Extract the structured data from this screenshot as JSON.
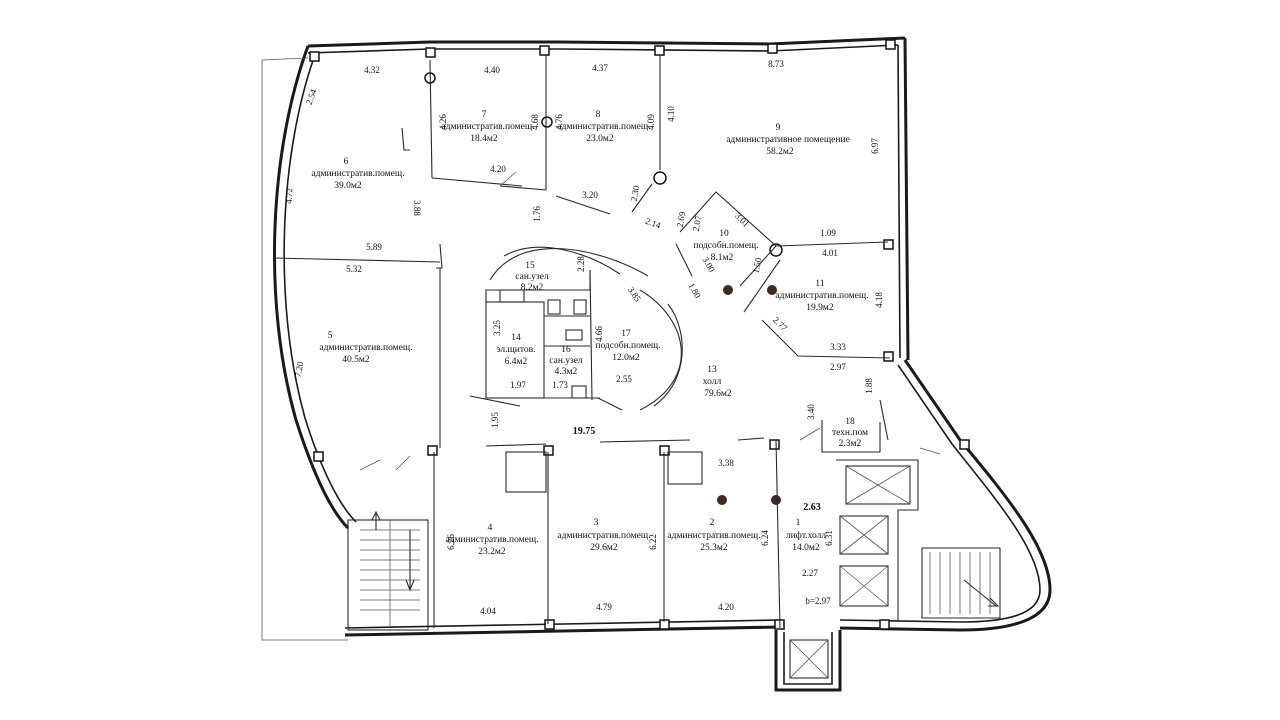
{
  "rooms": [
    {
      "num": "1",
      "name": "лифт.холл",
      "area": "14.0м2"
    },
    {
      "num": "2",
      "name": "административ.помещ.",
      "area": "25.3м2"
    },
    {
      "num": "3",
      "name": "административ.помещ.",
      "area": "29.6м2"
    },
    {
      "num": "4",
      "name": "административ.помещ.",
      "area": "23.2м2"
    },
    {
      "num": "5",
      "name": "административ.помещ.",
      "area": "40.5м2"
    },
    {
      "num": "6",
      "name": "административ.помещ.",
      "area": "39.0м2"
    },
    {
      "num": "7",
      "name": "административ.помещ.",
      "area": "18.4м2"
    },
    {
      "num": "8",
      "name": "административ.помещ.",
      "area": "23.0м2"
    },
    {
      "num": "9",
      "name": "административное помещение",
      "area": "58.2м2"
    },
    {
      "num": "10",
      "name": "подсобн.помещ.",
      "area": "8.1м2"
    },
    {
      "num": "11",
      "name": "административ.помещ.",
      "area": "19.9м2"
    },
    {
      "num": "13",
      "name": "холл",
      "area": "79.6м2"
    },
    {
      "num": "14",
      "name": "эл.щитов.",
      "area": "6.4м2"
    },
    {
      "num": "15",
      "name": "сан.узел",
      "area": "8.2м2"
    },
    {
      "num": "16",
      "name": "сан.узел",
      "area": "4.3м2"
    },
    {
      "num": "17",
      "name": "подсобн.помещ.",
      "area": "12.0м2"
    },
    {
      "num": "18",
      "name": "техн.пом",
      "area": "2.3м2"
    }
  ],
  "dimensions": [
    "4.32",
    "4.40",
    "4.37",
    "8.73",
    "2.54",
    "4.26",
    "4.68",
    "4.76",
    "4.09",
    "4.10",
    "6.97",
    "4.72",
    "4.20",
    "3.88",
    "1.76",
    "3.20",
    "2.30",
    "2.14",
    "2.69",
    "2.07",
    "3.01",
    "1.09",
    "4.01",
    "5.89",
    "5.32",
    "2.28",
    "3.00",
    "1.80",
    "1.50",
    "4.18",
    "3.25",
    "4.66",
    "3.85",
    "2.77",
    "3.33",
    "2.97",
    "7.20",
    "1.97",
    "1.73",
    "2.55",
    "1.88",
    "3.40",
    "1.95",
    "19.75",
    "3.38",
    "2.63",
    "6.26",
    "6.22",
    "6.24",
    "6.31",
    "2.27",
    "b=2.97",
    "4.04",
    "4.79",
    "4.20"
  ]
}
